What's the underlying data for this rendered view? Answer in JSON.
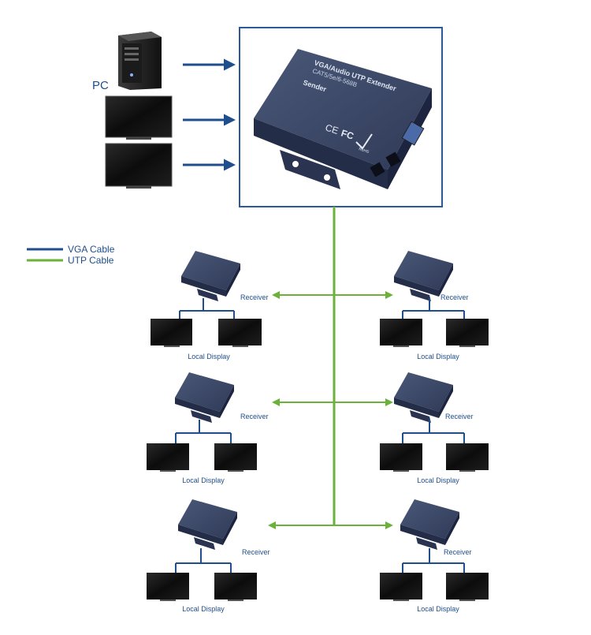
{
  "colors": {
    "vga": "#1f4e8c",
    "utp": "#6ab23a",
    "label": "#1f4e8c",
    "device_body": "#2e3a55",
    "device_top": "#3f4d6e",
    "monitor_frame": "#1a1a1a",
    "sender_box_border": "#2b5a9a"
  },
  "source": {
    "pc_label": "PC"
  },
  "sender": {
    "title": "VGA/Audio UTP Extender",
    "subtitle": "CAT5/5e/6-568B",
    "role": "Sender",
    "marks": [
      "CE",
      "FC",
      "RoHS"
    ]
  },
  "legend": {
    "items": [
      {
        "label": "VGA Cable",
        "color": "#1f4e8c"
      },
      {
        "label": "UTP Cable",
        "color": "#6ab23a"
      }
    ]
  },
  "receivers": [
    {
      "label": "Receiver",
      "display_label": "Local Display"
    },
    {
      "label": "Receiver",
      "display_label": "Local Display"
    },
    {
      "label": "Receiver",
      "display_label": "Local Display"
    },
    {
      "label": "Receiver",
      "display_label": "Local Display"
    },
    {
      "label": "Receiver",
      "display_label": "Local Display"
    },
    {
      "label": "Receiver",
      "display_label": "Local Display"
    }
  ]
}
